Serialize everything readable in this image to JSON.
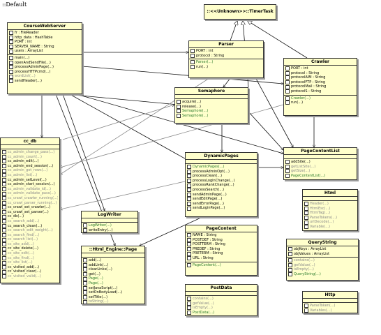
{
  "diagram_title": "::Default",
  "classes": [
    {
      "id": "timertask",
      "name": "::<<Unknown>>::TimerTask",
      "attributes": [],
      "methods": []
    },
    {
      "id": "coursewebserver",
      "name": "CourseWebServer",
      "attributes": [
        {
          "text": "fr : FileReader",
          "style": "normal"
        },
        {
          "text": "http_data : HashTable",
          "style": "normal"
        },
        {
          "text": "PORT : int",
          "style": "normal"
        },
        {
          "text": "SERVER_NAME : String",
          "style": "normal"
        },
        {
          "text": "users : ArrayList",
          "style": "normal"
        }
      ],
      "methods": [
        {
          "text": "main(...)",
          "style": "normal"
        },
        {
          "text": "openAndSendFile(...)",
          "style": "normal"
        },
        {
          "text": "processAdminPage(...)",
          "style": "normal"
        },
        {
          "text": "processHTTPcmd(...)",
          "style": "normal"
        },
        {
          "text": "wordList(...)",
          "style": "gray"
        },
        {
          "text": "sendHeader(...)",
          "style": "normal"
        }
      ]
    },
    {
      "id": "parser",
      "name": "Parser",
      "attributes": [
        {
          "text": "PORT : int",
          "style": "normal"
        },
        {
          "text": "protocol : String",
          "style": "normal"
        }
      ],
      "methods": [
        {
          "text": "Parser(...)",
          "style": "green"
        },
        {
          "text": "run(...)",
          "style": "normal"
        }
      ]
    },
    {
      "id": "crawler",
      "name": "Crawler",
      "attributes": [
        {
          "text": "PORT : int",
          "style": "normal"
        },
        {
          "text": "protocol : String",
          "style": "normal"
        },
        {
          "text": "protocolAIM : String",
          "style": "normal"
        },
        {
          "text": "protocolFTP : String",
          "style": "normal"
        },
        {
          "text": "protocolMail : String",
          "style": "normal"
        },
        {
          "text": "protocolS : String",
          "style": "normal"
        }
      ],
      "methods": [
        {
          "text": "Crawler(...)",
          "style": "green"
        },
        {
          "text": "run(...)",
          "style": "normal"
        }
      ]
    },
    {
      "id": "semaphore",
      "name": "Semaphore",
      "attributes": [],
      "methods": [
        {
          "text": "acquire(...)",
          "style": "normal"
        },
        {
          "text": "release(...)",
          "style": "normal"
        },
        {
          "text": "Semaphore(...)",
          "style": "green"
        },
        {
          "text": "Semaphore(...)",
          "style": "green"
        }
      ]
    },
    {
      "id": "ccdb",
      "name": "cc_db",
      "attributes": [],
      "methods": [
        {
          "text": "cc_admin_change_pass(...)",
          "style": "gray"
        },
        {
          "text": "cc_admin_count(...)",
          "style": "gray"
        },
        {
          "text": "cc_admin_edit(...)",
          "style": "normal"
        },
        {
          "text": "cc_admin_end_session(...)",
          "style": "normal"
        },
        {
          "text": "cc_admin_get_rows(...)",
          "style": "gray"
        },
        {
          "text": "cc_admin_list(...)",
          "style": "gray"
        },
        {
          "text": "cc_admin_setLevel(...)",
          "style": "normal"
        },
        {
          "text": "cc_admin_start_session(...)",
          "style": "normal"
        },
        {
          "text": "cc_admin_validate_id(...)",
          "style": "gray"
        },
        {
          "text": "cc_admin_validate_pass(...)",
          "style": "gray"
        },
        {
          "text": "cc_crawl_crawler_running(...)",
          "style": "gray"
        },
        {
          "text": "cc_crawl_parser_running(...)",
          "style": "gray"
        },
        {
          "text": "cc_crawl_set_crawler(...)",
          "style": "normal"
        },
        {
          "text": "cc_crawl_set_parser(...)",
          "style": "normal"
        },
        {
          "text": "cc_db(...)",
          "style": "normal"
        },
        {
          "text": "cc_search_add(...)",
          "style": "gray"
        },
        {
          "text": "cc_search_clean(...)",
          "style": "normal"
        },
        {
          "text": "cc_search_edit_weight(...)",
          "style": "gray"
        },
        {
          "text": "cc_search_find(...)",
          "style": "gray"
        },
        {
          "text": "cc_search_list(...)",
          "style": "gray"
        },
        {
          "text": "cc_site_add(...)",
          "style": "gray"
        },
        {
          "text": "cc_site_delete(...)",
          "style": "normal"
        },
        {
          "text": "cc_site_edit(...)",
          "style": "gray"
        },
        {
          "text": "cc_site_find(...)",
          "style": "gray"
        },
        {
          "text": "cc_site_list(...)",
          "style": "gray"
        },
        {
          "text": "cc_visited_add(...)",
          "style": "normal"
        },
        {
          "text": "cc_visited_clear(...)",
          "style": "normal"
        },
        {
          "text": "cc_visited_valid(...)",
          "style": "gray"
        }
      ]
    },
    {
      "id": "dynamicpages",
      "name": "DynamicPages",
      "attributes": [],
      "methods": [
        {
          "text": "DynamicPages(...)",
          "style": "green"
        },
        {
          "text": "processAdminOpt(...)",
          "style": "normal"
        },
        {
          "text": "processClean(...)",
          "style": "normal"
        },
        {
          "text": "processLoginChange(...)",
          "style": "normal"
        },
        {
          "text": "processRankChange(...)",
          "style": "normal"
        },
        {
          "text": "processSearch(...)",
          "style": "normal"
        },
        {
          "text": "sendAdminPage(...)",
          "style": "normal"
        },
        {
          "text": "sendEditPage(...)",
          "style": "normal"
        },
        {
          "text": "sendErrorPage(...)",
          "style": "normal"
        },
        {
          "text": "sendLoginPage(...)",
          "style": "normal"
        }
      ]
    },
    {
      "id": "pagecontentlist",
      "name": "PageContentList",
      "attributes": [],
      "methods": [
        {
          "text": "addSite(...)",
          "style": "normal"
        },
        {
          "text": "getListSite(...)",
          "style": "gray"
        },
        {
          "text": "getSize(...)",
          "style": "gray"
        },
        {
          "text": "PageContentList(...)",
          "style": "green"
        }
      ]
    },
    {
      "id": "logwriter",
      "name": "LogWriter",
      "attributes": [],
      "methods": [
        {
          "text": "LogWriter(...)",
          "style": "green"
        },
        {
          "text": "writeEntry(...)",
          "style": "normal"
        }
      ]
    },
    {
      "id": "htmlengine",
      "name": "::Html_Engine::Page",
      "attributes": [],
      "methods": [
        {
          "text": "add(...)",
          "style": "normal"
        },
        {
          "text": "addLink(...)",
          "style": "normal"
        },
        {
          "text": "clearLinks(...)",
          "style": "normal"
        },
        {
          "text": "get(...)",
          "style": "normal"
        },
        {
          "text": "Page(...)",
          "style": "green"
        },
        {
          "text": "Page(...)",
          "style": "green"
        },
        {
          "text": "setJavaScript(...)",
          "style": "normal"
        },
        {
          "text": "setOnBodyLoad(...)",
          "style": "normal"
        },
        {
          "text": "setTitle(...)",
          "style": "normal"
        },
        {
          "text": "toString(...)",
          "style": "gray"
        }
      ]
    },
    {
      "id": "pagecontent",
      "name": "PageContent",
      "attributes": [
        {
          "text": "NAME : String",
          "style": "normal"
        },
        {
          "text": "POSTDEF : String",
          "style": "normal"
        },
        {
          "text": "POSTTERM : String",
          "style": "normal"
        },
        {
          "text": "PREDEF : String",
          "style": "normal"
        },
        {
          "text": "PRETERM : String",
          "style": "normal"
        },
        {
          "text": "URL : String",
          "style": "normal"
        }
      ],
      "methods": [
        {
          "text": "PageContent(...)",
          "style": "green"
        }
      ]
    },
    {
      "id": "html",
      "name": "Html",
      "attributes": [],
      "methods": [
        {
          "text": "Header(...)",
          "style": "gray"
        },
        {
          "text": "HtmlEsc(...)",
          "style": "gray"
        },
        {
          "text": "HtmlTag(...)",
          "style": "gray"
        },
        {
          "text": "ParseTokens(...)",
          "style": "gray"
        },
        {
          "text": "urlDecode(...)",
          "style": "gray"
        },
        {
          "text": "Variable(...)",
          "style": "gray"
        }
      ]
    },
    {
      "id": "querystring",
      "name": "QueryString",
      "attributes": [
        {
          "text": "objKeys : ArrayList",
          "style": "normal"
        },
        {
          "text": "objValues : ArrayList",
          "style": "normal"
        }
      ],
      "methods": [
        {
          "text": "contains(...)",
          "style": "gray"
        },
        {
          "text": "getValue(...)",
          "style": "gray"
        },
        {
          "text": "isEmpty(...)",
          "style": "gray"
        },
        {
          "text": "QueryString(...)",
          "style": "green"
        }
      ]
    },
    {
      "id": "postdata",
      "name": "PostData",
      "attributes": [],
      "methods": [
        {
          "text": "contains(...)",
          "style": "gray"
        },
        {
          "text": "getValue(...)",
          "style": "gray"
        },
        {
          "text": "isEmpty(...)",
          "style": "gray"
        },
        {
          "text": "PostData(...)",
          "style": "green"
        }
      ]
    },
    {
      "id": "http",
      "name": "Http",
      "attributes": [],
      "methods": [
        {
          "text": "ParseToken(...)",
          "style": "gray"
        },
        {
          "text": "Variables(...)",
          "style": "gray"
        }
      ]
    }
  ],
  "colors": {
    "class_fill": "#ffffcc",
    "border": "#333333",
    "shadow": "#9a9a9a",
    "constructor": "#2a7a2a",
    "inactive": "#8a8a8a",
    "association_line": "#111111",
    "dependency_line": "#888888"
  }
}
